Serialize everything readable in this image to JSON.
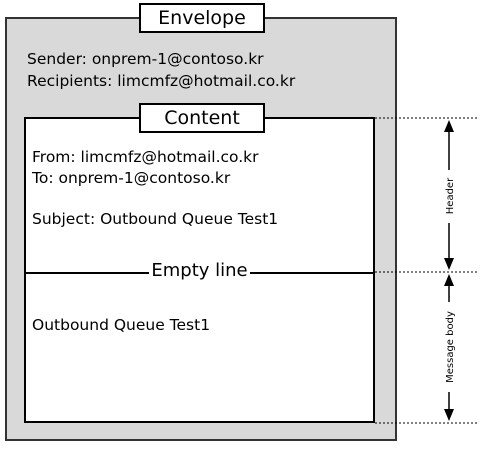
{
  "envelope": {
    "title": "Envelope",
    "sender": "Sender: onprem-1@contoso.kr",
    "recipients": "Recipients: limcmfz@hotmail.co.kr"
  },
  "content": {
    "title": "Content",
    "from": "From: limcmfz@hotmail.co.kr",
    "to": "To: onprem-1@contoso.kr",
    "subject": "Subject: Outbound Queue Test1",
    "empty_line_label": "Empty line",
    "body": "Outbound Queue Test1"
  },
  "annotations": {
    "header_label": "Header",
    "body_label": "Message body"
  }
}
